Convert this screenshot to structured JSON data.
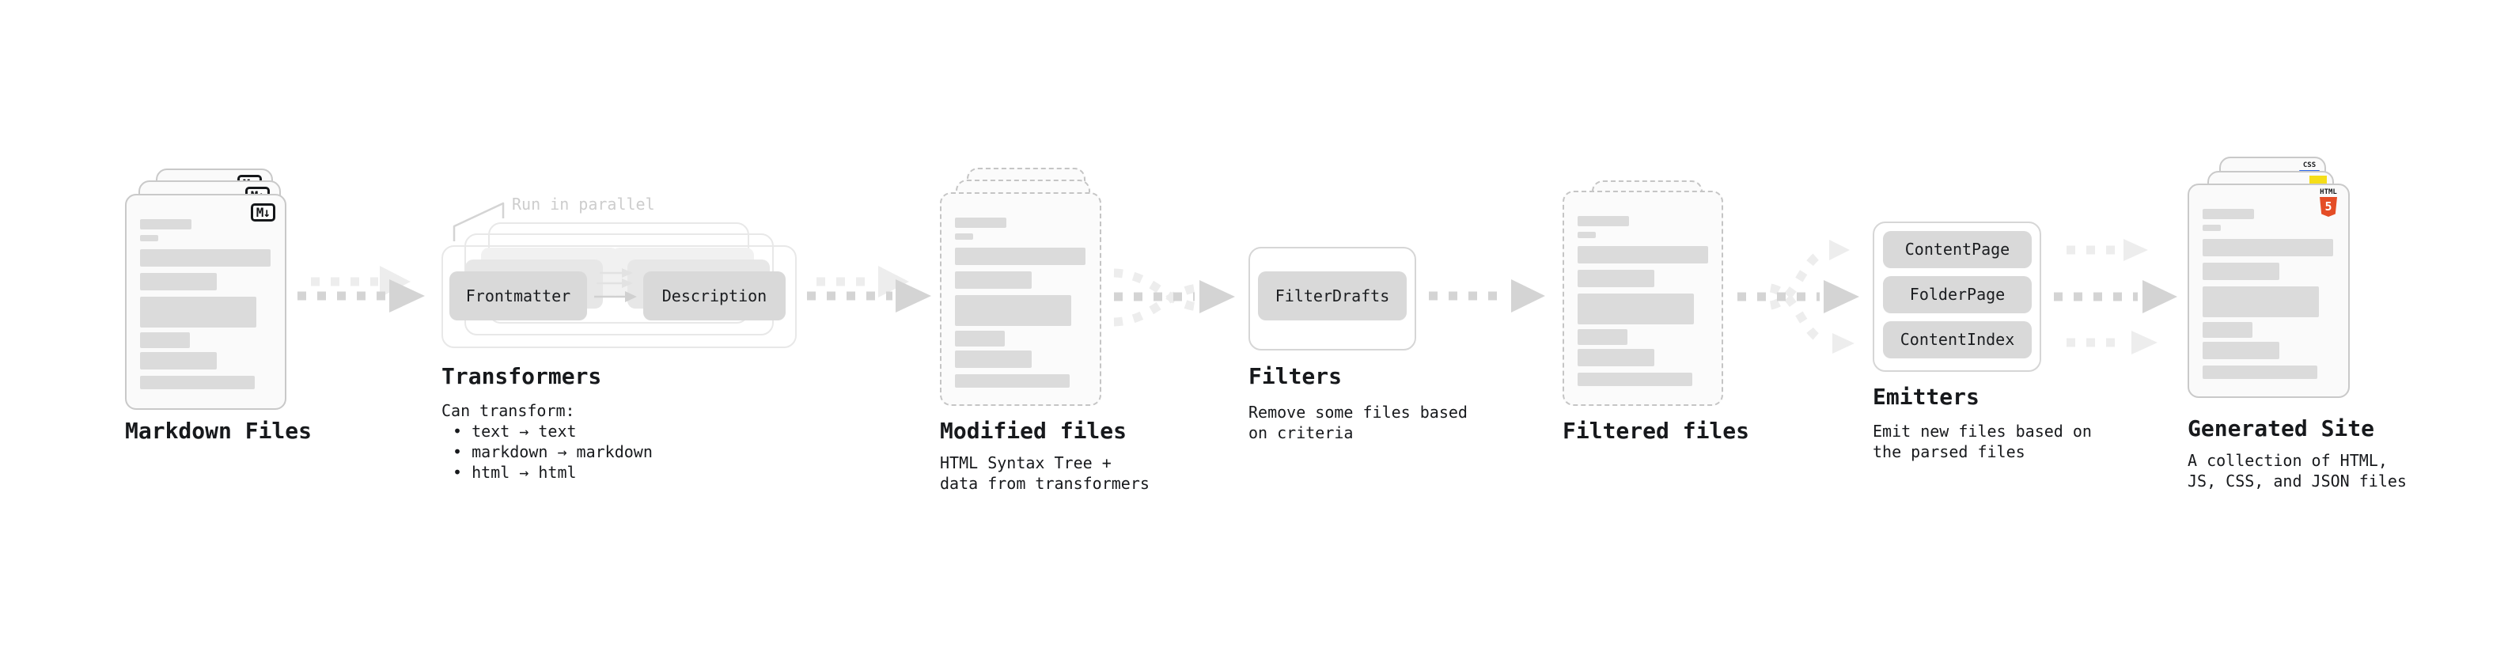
{
  "pipeline": {
    "markdown_files": {
      "title": "Markdown Files",
      "badge": "M↓"
    },
    "transformers": {
      "title": "Transformers",
      "callout": "Run in parallel",
      "buttons": [
        "Frontmatter",
        "Description"
      ],
      "notes": [
        "Can transform:",
        "• text → text",
        "• markdown → markdown",
        "• html → html"
      ]
    },
    "modified_files": {
      "title": "Modified files",
      "notes": [
        "HTML Syntax Tree +",
        "data from transformers"
      ]
    },
    "filters": {
      "title": "Filters",
      "buttons": [
        "FilterDrafts"
      ],
      "notes": [
        "Remove some files based",
        "on criteria"
      ]
    },
    "filtered_files": {
      "title": "Filtered files"
    },
    "emitters": {
      "title": "Emitters",
      "buttons": [
        "ContentPage",
        "FolderPage",
        "ContentIndex"
      ],
      "notes": [
        "Emit new files based on",
        "the parsed files"
      ]
    },
    "generated_site": {
      "title": "Generated Site",
      "notes": [
        "A collection of HTML,",
        "JS, CSS, and JSON files"
      ],
      "badges": {
        "css_label": "CSS",
        "html_label": "HTML",
        "html_number": "5"
      }
    }
  },
  "colors": {
    "html5_orange": "#e44d26",
    "js_yellow": "#f5de19",
    "css_blue": "#2b66ea",
    "dash_dark": "#d4d4d4",
    "dash_light": "#ededed",
    "card_border": "#c9c9c9",
    "placeholder_bar": "#dbdbdb",
    "chip_fill": "#d9d9d9",
    "text": "#17191c"
  }
}
